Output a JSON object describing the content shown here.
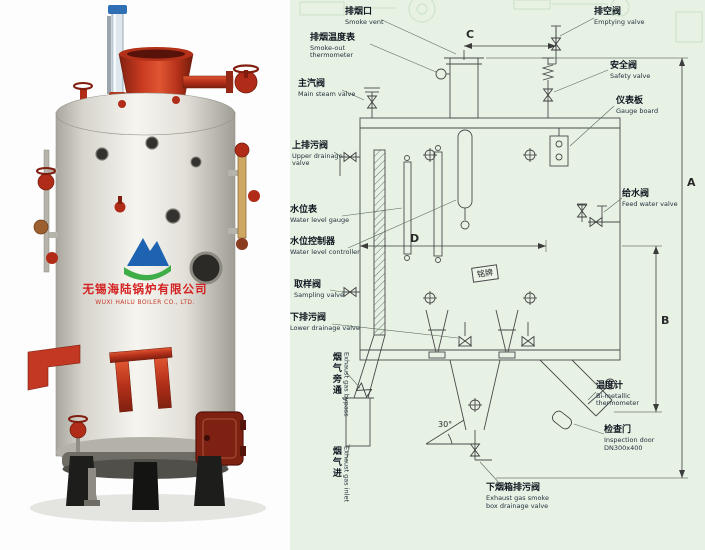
{
  "left_panel": {
    "brand_cn": "无锡海陆锅炉有限公司",
    "brand_en": "WUXI HAILU BOILER CO., LTD."
  },
  "diagram": {
    "nameplate": "铭牌",
    "dimensions": {
      "a": "A",
      "b": "B",
      "c": "C",
      "d": "D",
      "angle": "30°"
    },
    "labels": {
      "smoke_vent": {
        "cn": "排烟口",
        "en": "Smoke vent"
      },
      "smoke_thermometer": {
        "cn": "排烟温度表",
        "en": "Smoke-out thermometer"
      },
      "main_steam_valve": {
        "cn": "主汽阀",
        "en": "Main steam valve"
      },
      "upper_drainage_valve": {
        "cn": "上排污阀",
        "en": "Upper drainage valve"
      },
      "water_level_gauge": {
        "cn": "水位表",
        "en": "Water level gauge"
      },
      "water_level_controller": {
        "cn": "水位控制器",
        "en": "Water level controller"
      },
      "sampling_valve": {
        "cn": "取样阀",
        "en": "Sampling valve"
      },
      "lower_drainage_valve": {
        "cn": "下排污阀",
        "en": "Lower drainage valve"
      },
      "exhaust_gas_bypass": {
        "cn": "烟气旁通",
        "en": "Exhaust gas bypass"
      },
      "exhaust_gas_inlet": {
        "cn": "烟气进",
        "en": "Exhaust gas inlet"
      },
      "emptying_valve": {
        "cn": "排空阀",
        "en": "Emptying valve"
      },
      "safety_valve": {
        "cn": "安全阀",
        "en": "Safety valve"
      },
      "gauge_board": {
        "cn": "仪表板",
        "en": "Gauge board"
      },
      "feed_water_valve": {
        "cn": "给水阀",
        "en": "Feed water valve"
      },
      "bimetal_thermometer": {
        "cn": "温度计",
        "en": "Bi-metallic thermometer"
      },
      "inspection_door": {
        "cn": "检查门",
        "en": "Inspection door",
        "en2": "DN300x400"
      },
      "smoke_box_drain": {
        "cn": "下烟箱排污阀",
        "en": "Exhaust gas smoke",
        "en2": "box drainage valve"
      }
    }
  },
  "colors": {
    "panel_green": "#e7f2e5",
    "boiler_red": "#c23822",
    "line": "#4a4a4a",
    "brand_red": "#d42121",
    "logo_blue": "#1e63b2",
    "logo_green": "#3fae49"
  }
}
